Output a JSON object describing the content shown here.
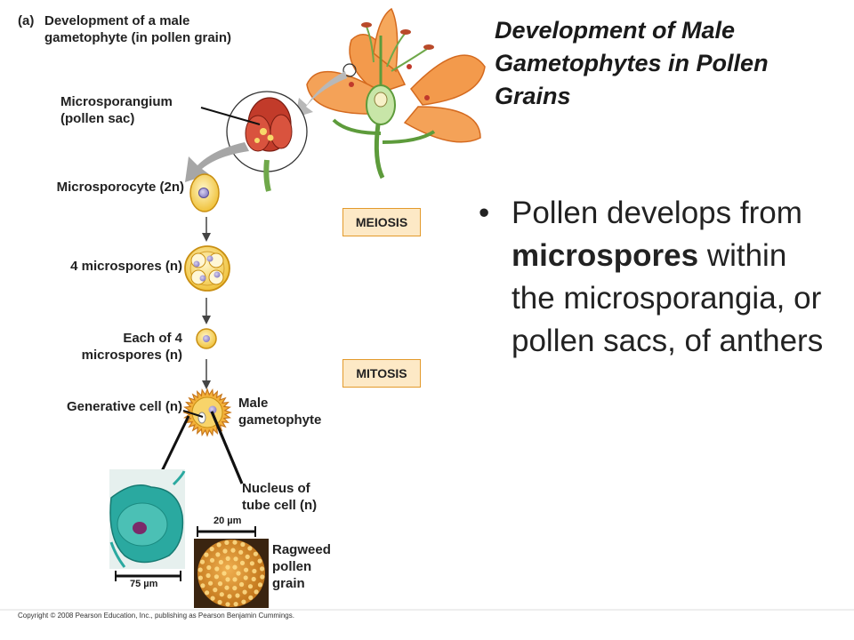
{
  "title": "Development of Male Gametophytes in Pollen Grains",
  "bullet": {
    "part1": "Pollen develops from ",
    "bold": "microspores",
    "part2": " within\nthe microsporangia, or pollen sacs, of anthers"
  },
  "figure": {
    "panel_letter": "(a)",
    "panel_title_line1": "Development of a male",
    "panel_title_line2": "gametophyte (in pollen grain)",
    "microsporangium_line1": "Microsporangium",
    "microsporangium_line2": "(pollen sac)",
    "microsporocyte": "Microsporocyte (2n)",
    "microspores4": "4 microspores (n)",
    "each4_line1": "Each of 4",
    "each4_line2": "microspores (n)",
    "generative": "Generative cell (n)",
    "male_line1": "Male",
    "male_line2": "gametophyte",
    "nucleus_line1": "Nucleus of",
    "nucleus_line2": "tube cell (n)",
    "ragweed_line1": "Ragweed",
    "ragweed_line2": "pollen",
    "ragweed_line3": "grain",
    "scale_20": "20 µm",
    "scale_75": "75 µm"
  },
  "stages": {
    "meiosis": "MEIOSIS",
    "mitosis": "MITOSIS"
  },
  "copyright": "Copyright © 2008 Pearson Education, Inc., publishing as Pearson Benjamin Cummings."
}
